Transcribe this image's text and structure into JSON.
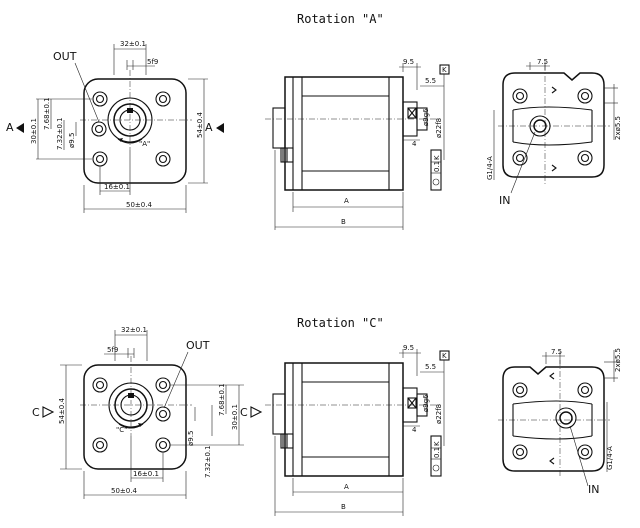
{
  "titles": {
    "rotation_a": "Rotation \"A\"",
    "rotation_c": "Rotation \"C\""
  },
  "view_a": {
    "out_label": "OUT",
    "section_label": "A",
    "rotation_mark": "\"A\"",
    "dims": {
      "width_top": "32±0.1",
      "key": "5f9",
      "height_right": "54±0.4",
      "left_30": "30±0.1",
      "left_768": "7.68±0.1",
      "left_732": "7.32±0.1",
      "bore": "ø9.5",
      "bottom_16": "16±0.1",
      "bottom_50": "50±0.4"
    }
  },
  "view_c": {
    "out_label": "OUT",
    "section_label": "C",
    "rotation_mark": "\"C\"",
    "dims": {
      "width_top": "32±0.1",
      "key": "5f9",
      "height_left": "54±0.4",
      "right_30": "30±0.1",
      "right_768": "7.68±0.1",
      "right_732": "7.32±0.1",
      "bore": "ø9.5",
      "bottom_16": "16±0.1",
      "bottom_50": "50±0.4"
    }
  },
  "side": {
    "d95": "9.5",
    "d55": "5.5",
    "key_box": "K",
    "d4": "4",
    "shaft_d": "ø9g6",
    "pilot_d": "ø22f8",
    "flatness": "0.1",
    "ref_k": "K",
    "len_a": "A",
    "len_b": "B"
  },
  "rear_a": {
    "in_label": "IN",
    "d75": "7.5",
    "holes": "2xø5.5",
    "port": "G1/4-A"
  },
  "rear_c": {
    "in_label": "IN",
    "d75": "7.5",
    "holes": "2xø5.5",
    "port": "G1/4-A"
  }
}
